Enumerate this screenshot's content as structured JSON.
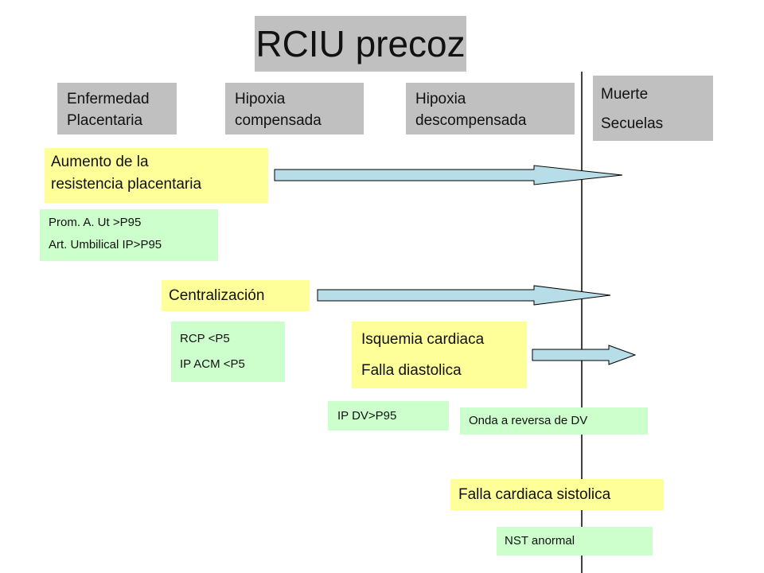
{
  "title": "RCIU precoz",
  "stages": {
    "placental": [
      "Enfermedad",
      "Placentaria"
    ],
    "compensated": [
      "Hipoxia",
      "compensada"
    ],
    "decompensated": [
      "Hipoxia",
      "descompensada"
    ],
    "outcome": [
      "Muerte",
      "Secuelas"
    ]
  },
  "events": {
    "resistance": [
      "Aumento de la",
      "resistencia placentaria"
    ],
    "centralization": "Centralización",
    "ischemia": [
      "Isquemia cardiaca",
      "Falla diastolica"
    ],
    "systolic": "Falla cardiaca sistolica"
  },
  "findings": {
    "doppler_ut": [
      "Prom. A. Ut >P95",
      "Art. Umbilical IP>P95"
    ],
    "rcp": [
      "RCP <P5",
      "IP ACM <P5"
    ],
    "dv_ip": "IP DV>P95",
    "dv_reverse": "Onda a reversa de DV",
    "nst": "NST anormal"
  },
  "colors": {
    "header_box": "#c0c0c0",
    "event_box": "#ffff99",
    "finding_box": "#ccffcc",
    "arrow_fill": "#b7dde8"
  }
}
